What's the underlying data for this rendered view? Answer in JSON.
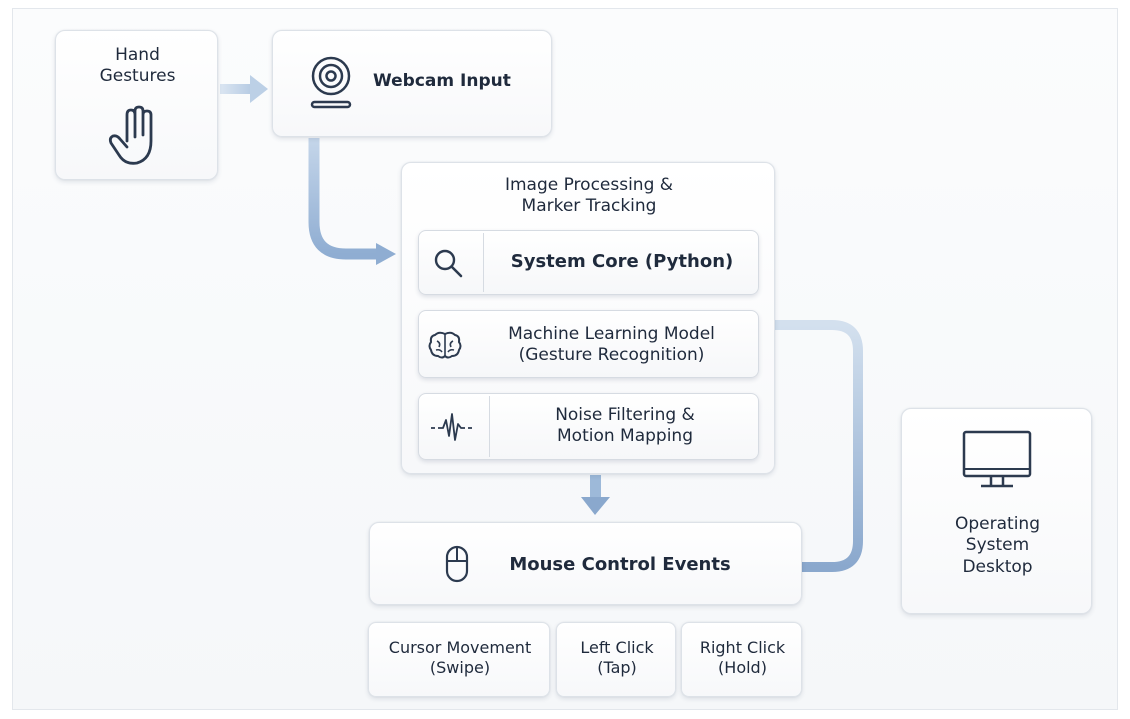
{
  "nodes": {
    "hand_gestures": [
      "Hand",
      "Gestures"
    ],
    "webcam_input": "Webcam Input",
    "image_processing": [
      "Image Processing &",
      "Marker Tracking"
    ],
    "system_core": "System Core (Python)",
    "ml_model": [
      "Machine Learning Model",
      "(Gesture Recognition)"
    ],
    "noise_filtering": [
      "Noise Filtering &",
      "Motion Mapping"
    ],
    "mouse_control": "Mouse Control Events",
    "operating_system": [
      "Operating",
      "System",
      "Desktop"
    ],
    "cursor_movement": [
      "Cursor Movement",
      "(Swipe)"
    ],
    "left_click": [
      "Left Click",
      "(Tap)"
    ],
    "right_click": [
      "Right Click",
      "(Hold)"
    ]
  },
  "icons": [
    "hand-icon",
    "webcam-icon",
    "magnifier-icon",
    "brain-icon",
    "waveform-icon",
    "mouse-icon",
    "monitor-icon"
  ],
  "colors": {
    "arrow": "#a9c2de",
    "arrow_dark": "#7f9fc6",
    "icon": "#2c3a4f"
  }
}
